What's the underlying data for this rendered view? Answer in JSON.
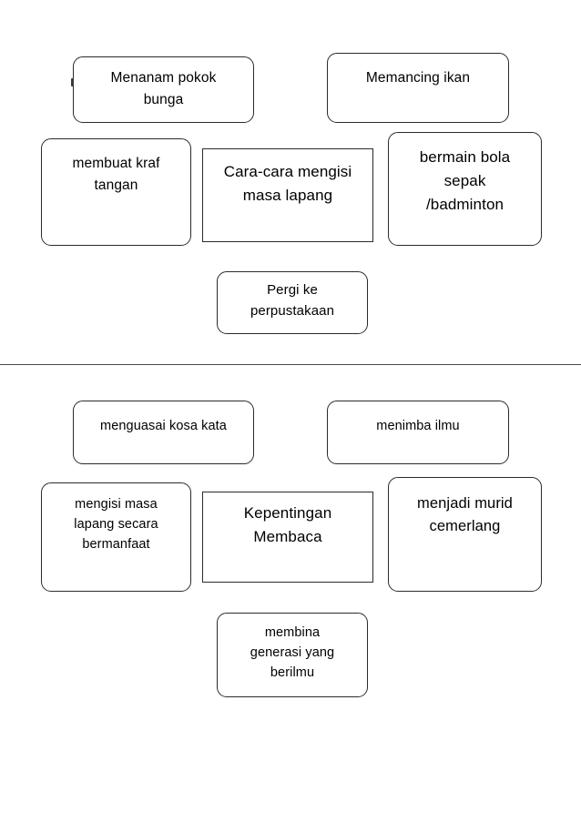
{
  "page": {
    "background_color": "#ffffff",
    "text_color": "#000000",
    "border_color": "#2b2b2b",
    "divider_color": "#4a4a4a"
  },
  "diagrams": [
    {
      "id": "mengisi-masa-lapang",
      "center": {
        "label": "Cara-cara mengisi\nmasa lapang",
        "shape": "rectangle"
      },
      "nodes": [
        {
          "position": "top-left",
          "label": "Menanam pokok\nbunga",
          "shape": "rounded-rectangle"
        },
        {
          "position": "top-right",
          "label": "Memancing ikan",
          "shape": "rounded-rectangle"
        },
        {
          "position": "middle-left",
          "label": "membuat kraf\ntangan",
          "shape": "rounded-rectangle"
        },
        {
          "position": "middle-right",
          "label": "bermain bola\nsepak\n/badminton",
          "shape": "rounded-rectangle"
        },
        {
          "position": "bottom",
          "label": "Pergi ke\nperpustakaan",
          "shape": "rounded-rectangle"
        }
      ]
    },
    {
      "id": "kepentingan-membaca",
      "center": {
        "label": "Kepentingan\nMembaca",
        "shape": "rectangle"
      },
      "nodes": [
        {
          "position": "top-left",
          "label": "menguasai kosa kata",
          "shape": "rounded-rectangle"
        },
        {
          "position": "top-right",
          "label": "menimba ilmu",
          "shape": "rounded-rectangle"
        },
        {
          "position": "middle-left",
          "label": "mengisi masa\nlapang secara\nbermanfaat",
          "shape": "rounded-rectangle"
        },
        {
          "position": "middle-right",
          "label": "menjadi murid\ncemerlang",
          "shape": "rounded-rectangle"
        },
        {
          "position": "bottom",
          "label": "membina\ngenerasi yang\nberilmu",
          "shape": "rounded-rectangle"
        }
      ]
    }
  ]
}
